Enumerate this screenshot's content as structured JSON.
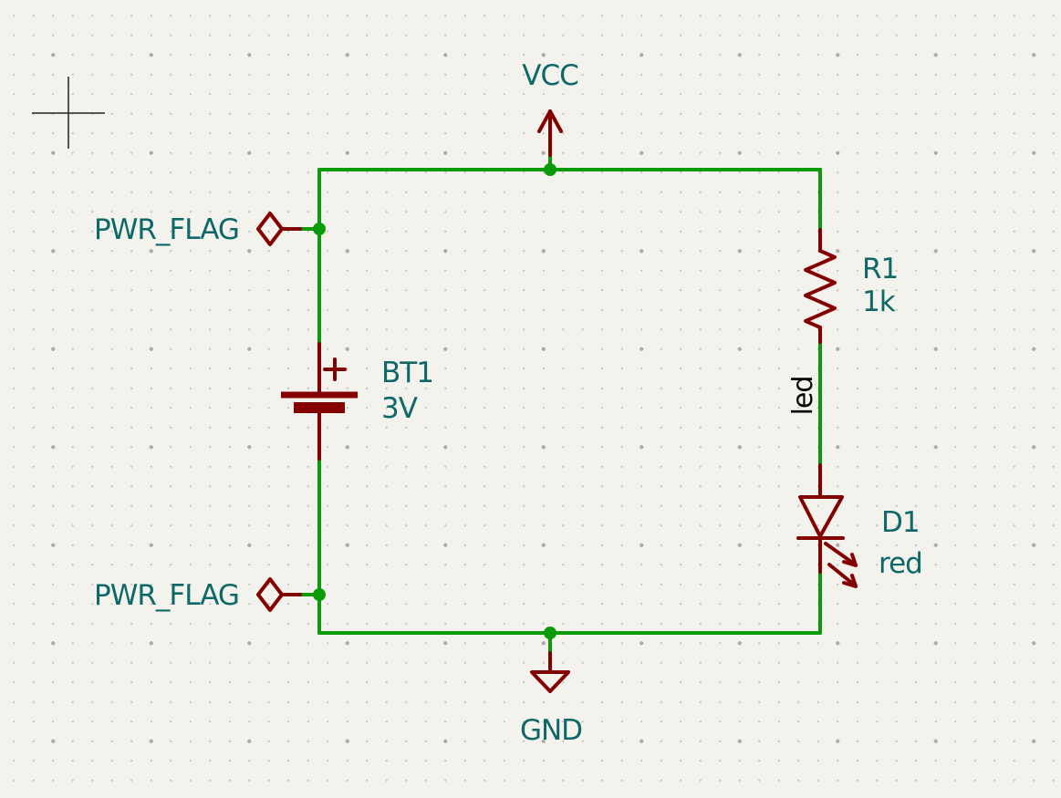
{
  "canvas": {
    "power_ports": {
      "vcc": "VCC",
      "gnd": "GND"
    },
    "power_flags": {
      "top": "PWR_FLAG",
      "bottom": "PWR_FLAG"
    },
    "components": {
      "battery": {
        "reference": "BT1",
        "value": "3V",
        "polarity": "+"
      },
      "resistor": {
        "reference": "R1",
        "value": "1k"
      },
      "led": {
        "reference": "D1",
        "value": "red"
      }
    },
    "net_label": {
      "text": "led"
    }
  },
  "colors": {
    "background": "#F3F2EC",
    "grid-dot": "#C6C5BF",
    "grid-dot-major": "#ADACA6",
    "wire": "#0A9A0A",
    "symbol": "#840000",
    "field-text": "#0E6868",
    "net-label": "#000000",
    "crosshair": "#222222"
  }
}
